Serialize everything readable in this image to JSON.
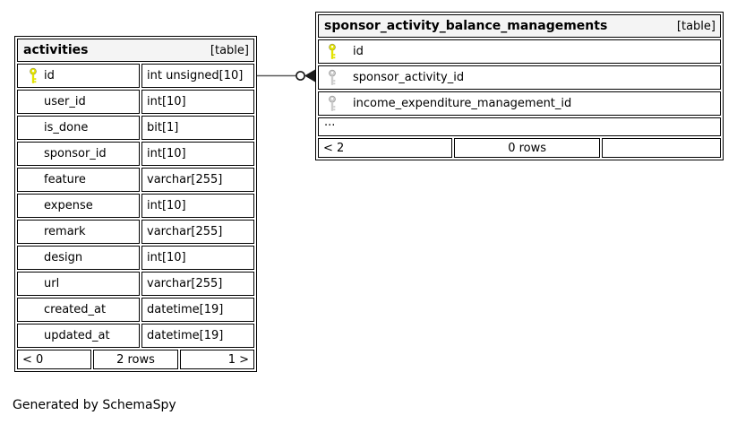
{
  "page": {
    "footer_note": "Generated by SchemaSpy"
  },
  "colors": {
    "primary_key_icon": "#e3e300",
    "foreign_key_icon": "#cccccc",
    "table_header_bg": "#f4f4f4",
    "border": "#000000",
    "connector_line": "#5a5a5a"
  },
  "tables": {
    "activities": {
      "name": "activities",
      "type_label": "[table]",
      "columns": [
        {
          "name": "id",
          "type": "int unsigned[10]",
          "key": "primary"
        },
        {
          "name": "user_id",
          "type": "int[10]",
          "key": ""
        },
        {
          "name": "is_done",
          "type": "bit[1]",
          "key": ""
        },
        {
          "name": "sponsor_id",
          "type": "int[10]",
          "key": ""
        },
        {
          "name": "feature",
          "type": "varchar[255]",
          "key": ""
        },
        {
          "name": "expense",
          "type": "int[10]",
          "key": ""
        },
        {
          "name": "remark",
          "type": "varchar[255]",
          "key": ""
        },
        {
          "name": "design",
          "type": "int[10]",
          "key": ""
        },
        {
          "name": "url",
          "type": "varchar[255]",
          "key": ""
        },
        {
          "name": "created_at",
          "type": "datetime[19]",
          "key": ""
        },
        {
          "name": "updated_at",
          "type": "datetime[19]",
          "key": ""
        }
      ],
      "footer": {
        "left": "< 0",
        "center": "2 rows",
        "right": "1 >"
      }
    },
    "sponsor_activity_balance_managements": {
      "name": "sponsor_activity_balance_managements",
      "type_label": "[table]",
      "columns": [
        {
          "name": "id",
          "key": "primary"
        },
        {
          "name": "sponsor_activity_id",
          "key": "foreign"
        },
        {
          "name": "income_expenditure_management_id",
          "key": "foreign"
        }
      ],
      "collapsed_indicator": "...",
      "footer": {
        "left": "< 2",
        "center": "0 rows",
        "right": ""
      }
    }
  },
  "relationship": {
    "from": "activities.id",
    "to": "sponsor_activity_balance_managements.sponsor_activity_id",
    "cardinality_marker": "zero-or-many"
  }
}
